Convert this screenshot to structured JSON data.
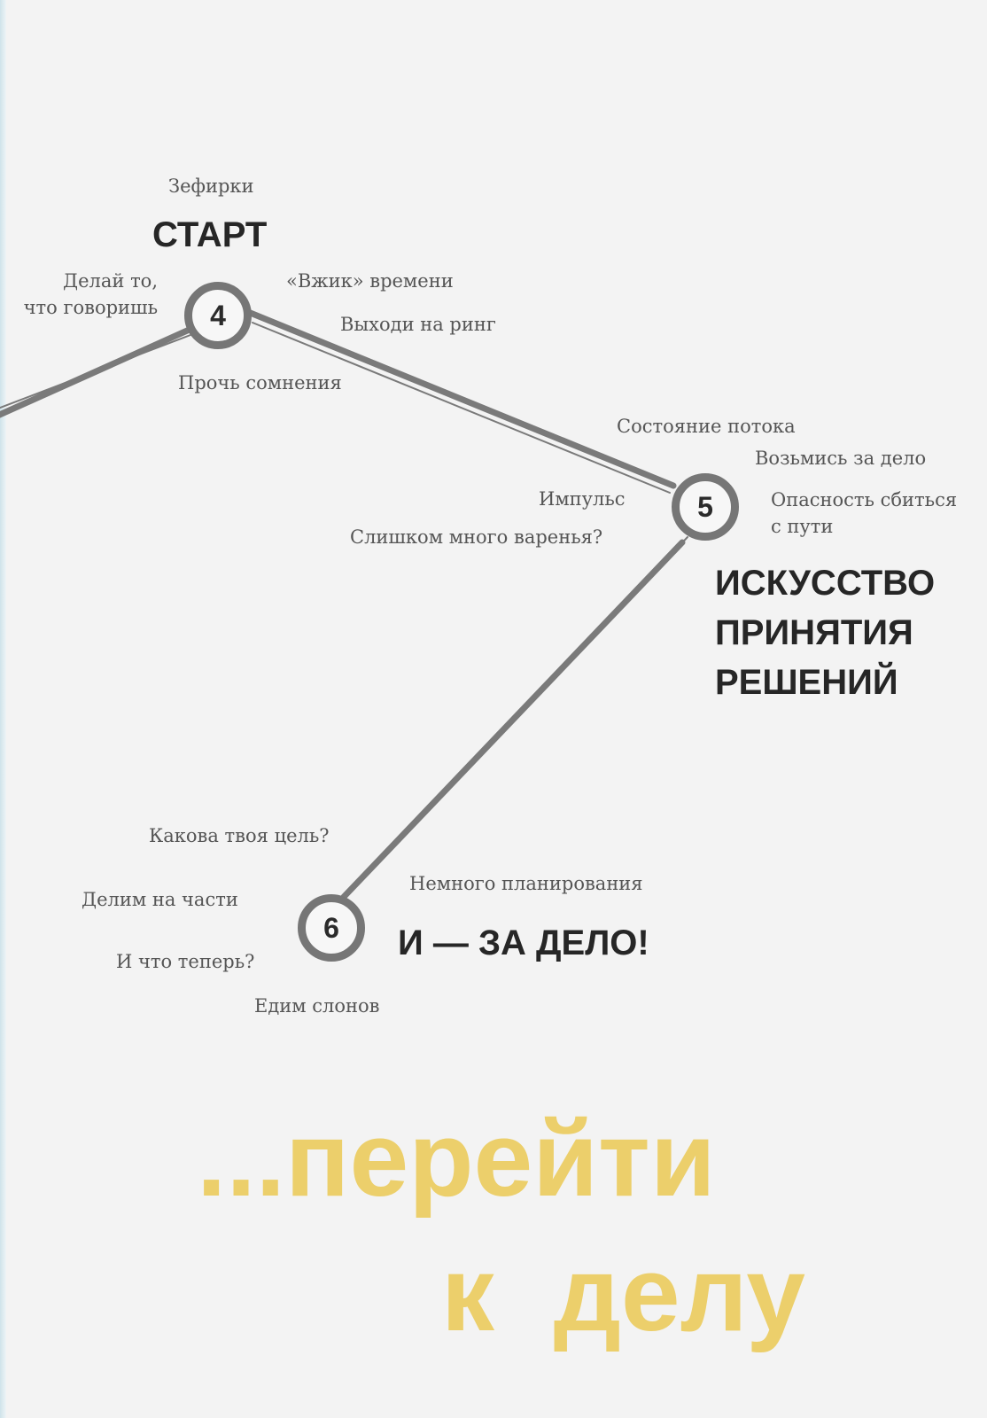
{
  "diagram": {
    "nodes": [
      {
        "id": "4",
        "label": "4"
      },
      {
        "id": "5",
        "label": "5"
      },
      {
        "id": "6",
        "label": "6"
      }
    ],
    "headings": {
      "start": "СТАРТ",
      "decisions": [
        "ИСКУССТВО",
        "ПРИНЯТИЯ",
        "РЕШЕНИЙ"
      ],
      "to_work": "И — ЗА ДЕЛО!"
    },
    "node4_labels": {
      "marshmallows": "Зефирки",
      "do_what_you_say": [
        "Делай то,",
        "что говоришь"
      ],
      "time_whoosh": "«Вжик» времени",
      "enter_ring": "Выходи на ринг",
      "away_doubts": "Прочь сомнения"
    },
    "node5_labels": {
      "flow_state": "Состояние потока",
      "get_to_work": "Возьмись за дело",
      "impulse": "Импульс",
      "danger_off_path": [
        "Опасность сбиться",
        "с пути"
      ],
      "too_much_jam": "Слишком много варенья?"
    },
    "node6_labels": {
      "your_goal": "Какова твоя цель?",
      "some_planning": "Немного планирования",
      "divide_parts": "Делим на части",
      "what_now": "И что теперь?",
      "eat_elephants": "Едим слонов"
    }
  },
  "title": {
    "line1": "...перейти",
    "line2": "к  делу"
  },
  "colors": {
    "line": "#7a7a7a",
    "title": "#eccf6b",
    "text": "#555555",
    "heading": "#262626"
  }
}
